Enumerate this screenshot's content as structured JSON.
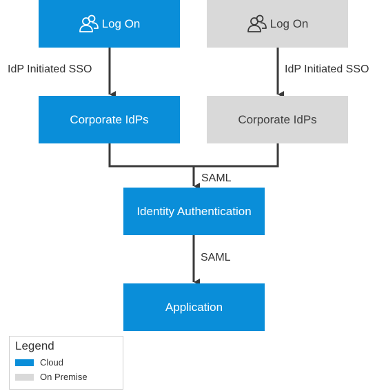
{
  "colors": {
    "cloud": "#0a8ed9",
    "on_premise": "#d9d9d9",
    "connector": "#3a3a3a"
  },
  "left_column": {
    "logon_label": "Log On",
    "logon_icon": "users-icon",
    "edge_label": "IdP Initiated SSO",
    "idp_label": "Corporate IdPs"
  },
  "right_column": {
    "logon_label": "Log On",
    "logon_icon": "users-icon",
    "edge_label": "IdP Initiated SSO",
    "idp_label": "Corporate IdPs"
  },
  "merge_label": "SAML",
  "identity_auth_label": "Identity Authentication",
  "saml_label": "SAML",
  "application_label": "Application",
  "legend": {
    "title": "Legend",
    "items": [
      {
        "label": "Cloud",
        "color": "#0a8ed9"
      },
      {
        "label": "On Premise",
        "color": "#d9d9d9"
      }
    ]
  }
}
